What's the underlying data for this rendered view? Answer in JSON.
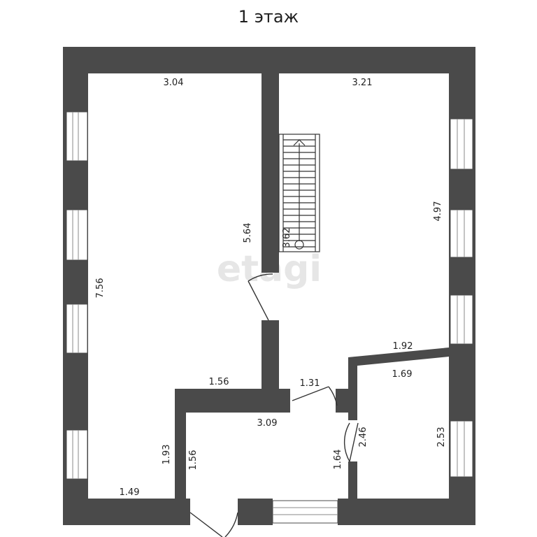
{
  "plan": {
    "title": "1 этаж",
    "watermark": "etagi",
    "colors": {
      "wall": "#4a4a4a",
      "background": "#ffffff",
      "text": "#222222"
    },
    "dimensions": {
      "top_left_width": "3.04",
      "top_right_width": "3.21",
      "left_room_height": "7.56",
      "left_room_inner": "5.64",
      "stair_length": "3.62",
      "right_room_height": "4.97",
      "right_room_bottom": "1.92",
      "hall_upper_left": "1.56",
      "hall_door_width": "1.31",
      "small_room_width": "1.69",
      "corridor_width": "3.09",
      "left_step_height": "1.93",
      "left_bottom_width": "1.49",
      "corridor_left_height": "1.56",
      "corridor_right_height": "1.64",
      "small_room_left_height": "2.46",
      "small_room_right_height": "2.53"
    }
  }
}
